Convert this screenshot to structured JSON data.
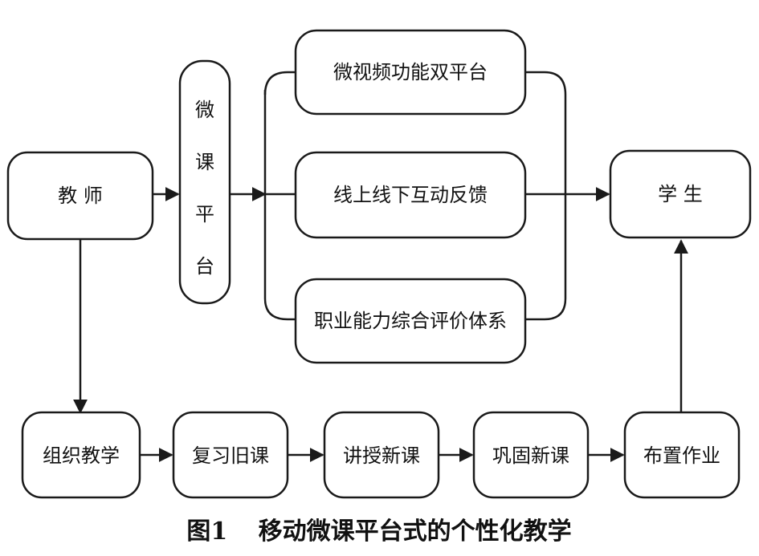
{
  "nodes": {
    "teacher": "教 师",
    "platform_vertical": [
      "微",
      "课",
      "平",
      "台"
    ],
    "dual_platform": "微视频功能双平台",
    "online_offline": "线上线下互动反馈",
    "evaluation_system": "职业能力综合评价体系",
    "student": "学 生",
    "organize": "组织教学",
    "review": "复习旧课",
    "teach_new": "讲授新课",
    "consolidate": "巩固新课",
    "assign": "布置作业"
  },
  "caption": {
    "label": "图1",
    "title": "移动微课平台式的个性化教学"
  }
}
